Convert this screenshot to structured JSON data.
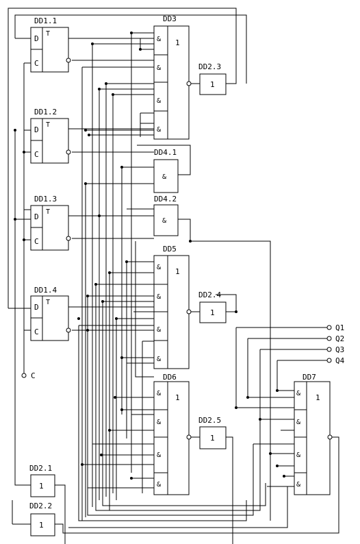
{
  "components": {
    "dd1_1": {
      "ref": "DD1.1",
      "d": "D",
      "c": "C",
      "t": "T"
    },
    "dd1_2": {
      "ref": "DD1.2",
      "d": "D",
      "c": "C",
      "t": "T"
    },
    "dd1_3": {
      "ref": "DD1.3",
      "d": "D",
      "c": "C",
      "t": "T"
    },
    "dd1_4": {
      "ref": "DD1.4",
      "d": "D",
      "c": "C",
      "t": "T"
    },
    "dd3": {
      "ref": "DD3",
      "fn": "1",
      "in_sym": "&"
    },
    "dd5": {
      "ref": "DD5",
      "fn": "1",
      "in_sym": "&"
    },
    "dd6": {
      "ref": "DD6",
      "fn": "1",
      "in_sym": "&"
    },
    "dd7": {
      "ref": "DD7",
      "fn": "1",
      "in_sym": "&"
    },
    "dd2_1": {
      "ref": "DD2.1",
      "fn": "1"
    },
    "dd2_2": {
      "ref": "DD2.2",
      "fn": "1"
    },
    "dd2_3": {
      "ref": "DD2.3",
      "fn": "1"
    },
    "dd2_4": {
      "ref": "DD2.4",
      "fn": "1"
    },
    "dd2_5": {
      "ref": "DD2.5",
      "fn": "1"
    },
    "dd4_1": {
      "ref": "DD4.1",
      "fn": "&"
    },
    "dd4_2": {
      "ref": "DD4.2",
      "fn": "&"
    }
  },
  "terminals": {
    "clock": "C",
    "q1": "Q1",
    "q2": "Q2",
    "q3": "Q3",
    "q4": "Q4"
  }
}
